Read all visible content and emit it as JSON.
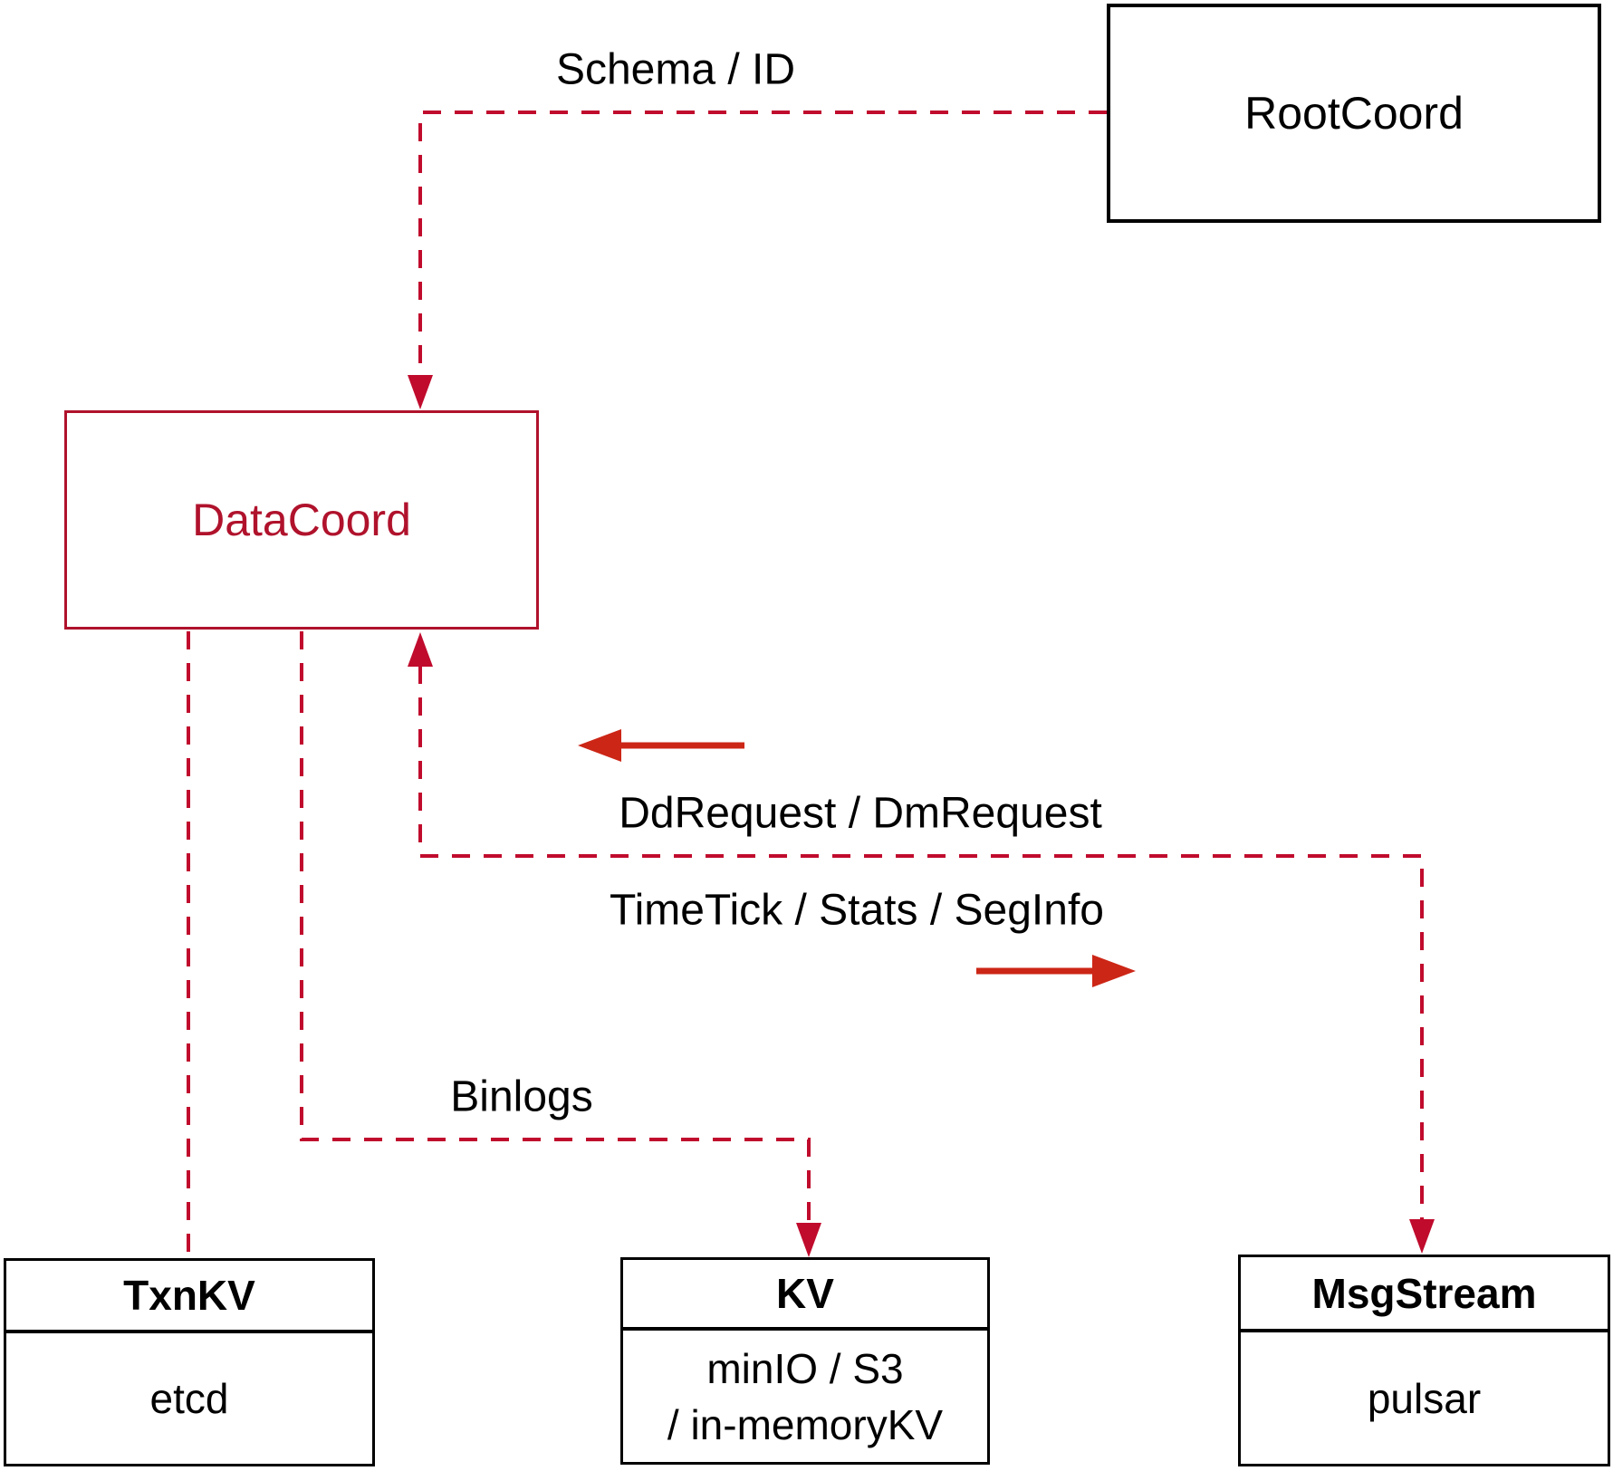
{
  "colors": {
    "dashed-red": "#c00b2d",
    "datacoord-red": "#b0122c",
    "solid-arrow-red": "#cc2616",
    "border-black": "#000000",
    "text-black": "#000000",
    "background": "#ffffff"
  },
  "nodes": {
    "rootcoord": {
      "label": "RootCoord"
    },
    "datacoord": {
      "label": "DataCoord"
    },
    "txnkv": {
      "header": "TxnKV",
      "body": "etcd"
    },
    "kv": {
      "header": "KV",
      "body_line1": "minIO / S3",
      "body_line2": "/ in-memoryKV"
    },
    "msgstream": {
      "header": "MsgStream",
      "body": "pulsar"
    }
  },
  "edge_labels": {
    "schema_id": "Schema / ID",
    "dd_dm_request": "DdRequest / DmRequest",
    "timetick_stats_seginfo": "TimeTick / Stats / SegInfo",
    "binlogs": "Binlogs"
  }
}
